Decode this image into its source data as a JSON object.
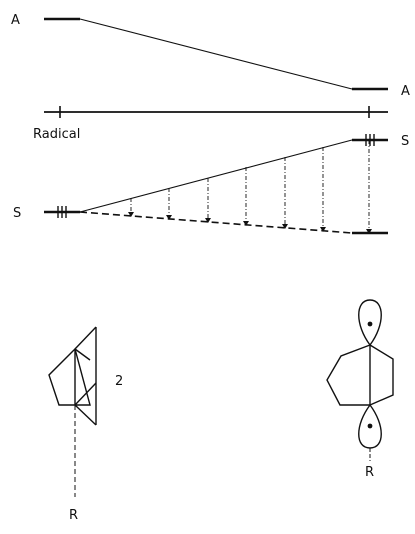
{
  "labels": {
    "a_left": "A",
    "a_right": "A",
    "radical": "Radical",
    "s_left": "S",
    "s_right": "S",
    "compound_number": "2",
    "r_left": "R",
    "r_right": "R"
  }
}
